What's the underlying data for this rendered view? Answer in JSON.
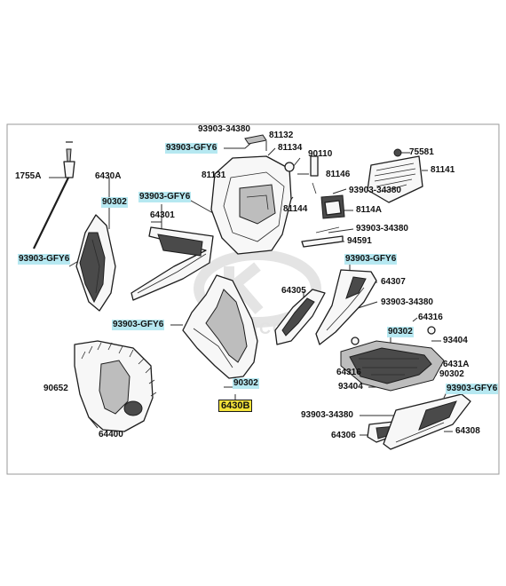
{
  "diagram": {
    "watermark_text": "KYMCO",
    "colors": {
      "callout_highlight": "#b6e8f1",
      "selected_highlight": "#f3e23a"
    },
    "callouts": {
      "c_93903_34380_a": "93903-34380",
      "c_93903_gfy6_a": "93903-GFY6",
      "c_81132": "81132",
      "c_81134": "81134",
      "c_90110": "90110",
      "c_75581": "75581",
      "c_81131": "81131",
      "c_81146": "81146",
      "c_81141": "81141",
      "c_1755a": "1755A",
      "c_6430a": "6430A",
      "c_93903_34380_b": "93903-34380",
      "c_90302_a": "90302",
      "c_93903_gfy6_b": "93903-GFY6",
      "c_81144": "81144",
      "c_8114a": "8114A",
      "c_64301": "64301",
      "c_93903_34380_c": "93903-34380",
      "c_94591": "94591",
      "c_93903_gfy6_c": "93903-GFY6",
      "c_93903_gfy6_d": "93903-GFY6",
      "c_64307": "64307",
      "c_64305": "64305",
      "c_93903_34380_d": "93903-34380",
      "c_93903_gfy6_e": "93903-GFY6",
      "c_64316_a": "64316",
      "c_90302_b": "90302",
      "c_93404_a": "93404",
      "c_6431a": "6431A",
      "c_64316_b": "64316",
      "c_90302_c": "90302",
      "c_90652": "90652",
      "c_90302_d": "90302",
      "c_93404_b": "93404",
      "c_93903_gfy6_f": "93903-GFY6",
      "c_6430b": "6430B",
      "c_93903_34380_e": "93903-34380",
      "c_64306": "64306",
      "c_64308": "64308",
      "c_64400": "64400"
    }
  }
}
